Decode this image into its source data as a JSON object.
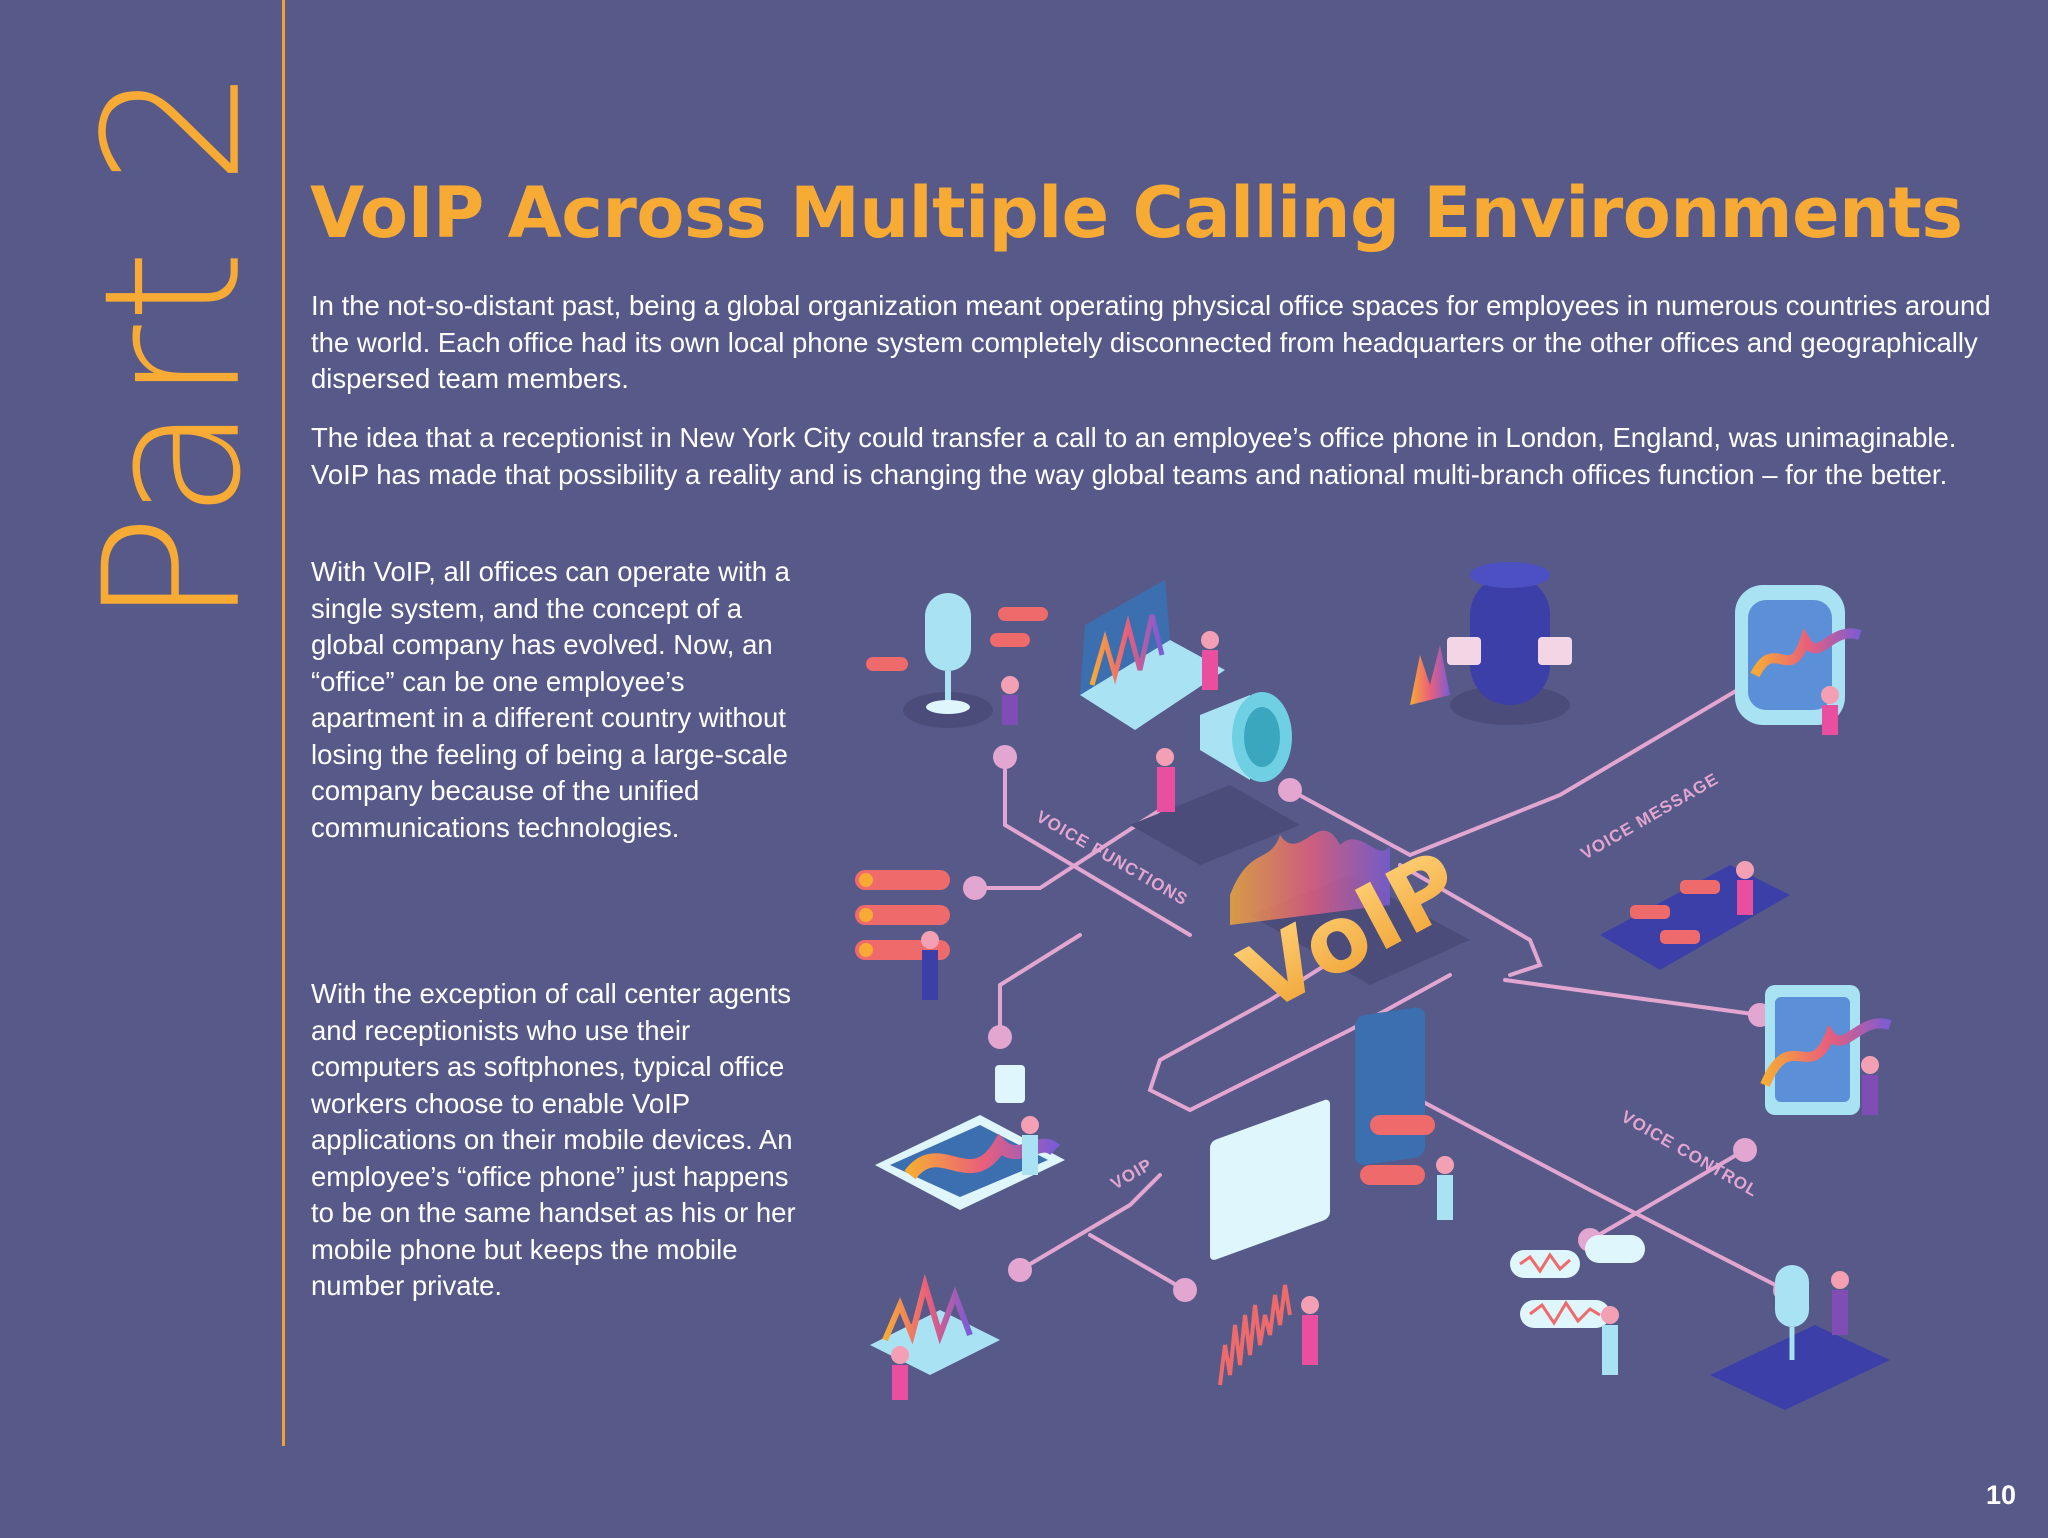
{
  "page": {
    "side_title": "Part 2",
    "heading": "VoIP Across Multiple Calling Environments",
    "paragraphs": [
      "In the not-so-distant past, being a global organization meant operating physical office spaces for employees in numerous countries around the world. Each office had its own local phone system completely disconnected from headquarters or the other offices and geographically dispersed team members.",
      "The idea that a receptionist in New York City could transfer a call to an employee’s office phone in London, England, was unimaginable. VoIP has made that possibility a reality and is changing the way global teams and national multi-branch offices function – for the better.",
      "With VoIP, all offices can operate with a single system, and the concept of a global company has evolved. Now, an “office” can be one employee’s apartment in a different country without losing the feeling of being a large-scale company because of the unified communications technologies.",
      "With the exception of call center agents and receptionists who use their computers as softphones, typical office workers choose to enable VoIP applications on their mobile devices. An employee’s “office phone” just happens to be on the same handset as his or her mobile phone but keeps the mobile number private."
    ],
    "page_number": "10"
  },
  "illustration": {
    "center_logo": "VoIP",
    "branch_labels": [
      "VOICE FUNCTIONS",
      "VOICE MESSAGE",
      "VOICE CONTROL",
      "VOIP"
    ],
    "icons": [
      "microphone-icon",
      "laptop-icon",
      "smart-speaker-icon",
      "smartwatch-icon",
      "megaphone-icon",
      "chat-bubbles-icon",
      "tablet-icon",
      "smartphone-icon",
      "waveform-icon"
    ]
  },
  "colors": {
    "background": "#575a89",
    "accent": "#f7ab35",
    "text": "#ffffff",
    "connector": "#e2a6d0"
  }
}
